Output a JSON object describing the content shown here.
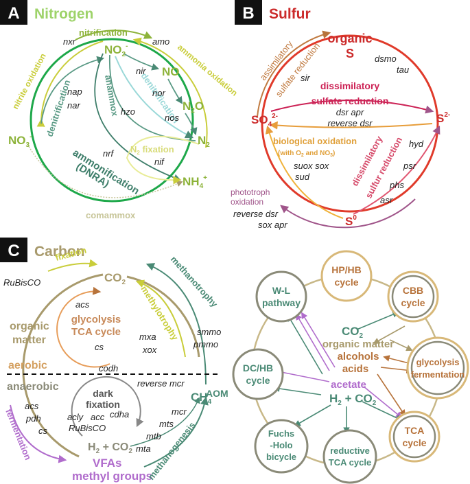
{
  "panels": {
    "a": {
      "letter": "A",
      "title": "Nitrogen",
      "species": {
        "no2": "NO",
        "no2_sub": "2",
        "no2_sup": "-",
        "no": "NO",
        "n2o": "N",
        "n2o_sub": "2",
        "n2o_o": "O",
        "n2": "N",
        "n2_sub": "2",
        "nh4": "NH",
        "nh4_sub": "4",
        "nh4_sup": "+",
        "no3": "NO",
        "no3_sub": "3",
        "no3_sup": "-"
      },
      "processes": {
        "nitrification": "nitrification",
        "ammonia_oxidation": "ammonia oxidation",
        "nitrite_oxidation": "nitrite oxidation",
        "denitrification_left": "denitrification",
        "denitrification_right": "denitrification",
        "anammox": "anammox",
        "n2_fixation": "N",
        "n2_fixation_sub": "2",
        "n2_fixation_rest": " fixation",
        "ammonification": "ammonification",
        "dnra": "(DNRA)",
        "comammox": "comammox"
      },
      "genes": {
        "nxr": "nxr",
        "amo": "amo",
        "nir": "nir",
        "nor": "nor",
        "nos": "nos",
        "hzo": "hzo",
        "nap": "nap",
        "nar": "nar",
        "nrf": "nrf",
        "nif": "nif"
      }
    },
    "b": {
      "letter": "B",
      "title": "Sulfur",
      "species": {
        "organic": "organic",
        "s": "S",
        "so4": "SO",
        "so4_sub": "4",
        "so4_sup": "2-",
        "s2": "S",
        "s2_sup": "2-",
        "s0": "S",
        "s0_sup": "0"
      },
      "processes": {
        "assimilatory": "assimilatory",
        "sulfate_reduction_a": "sulfate reduction",
        "dissimilatory": "dissimilatory",
        "sulfate_reduction_d": "sulfate reduction",
        "bio_ox": "biological oxidation",
        "bio_ox_2a": "(with O",
        "bio_ox_2b": "2",
        "bio_ox_2c": " and NO",
        "bio_ox_2d": "3",
        "bio_ox_2e": ")",
        "dissimilatory2": "dissimilatory",
        "sulfur_reduction": "sulfur reduction",
        "phototroph": "phototroph",
        "oxidation": "oxidation"
      },
      "genes": {
        "dsmo": "dsmo",
        "tau": "tau",
        "sir": "sir",
        "dsr_apr": "dsr  apr",
        "reverse_dsr": "reverse dsr",
        "hyd": "hyd",
        "suox_sox": "suox  sox",
        "sud": "sud",
        "psr": "psr",
        "phs": "phs",
        "asr": "asr",
        "reverse_dsr2": "reverse dsr",
        "sox_apr": "sox  apr"
      }
    },
    "c": {
      "letter": "C",
      "title": "Carbon",
      "species": {
        "co2": "CO",
        "co2_sub": "2",
        "organic_matter_1": "organic",
        "organic_matter_2": "matter",
        "aerobic": "aerobic",
        "anaerobic": "anaerobic",
        "ch4": "CH",
        "ch4_sub": "4",
        "h2co2_a": "H",
        "h2co2_b": "2",
        "h2co2_c": " + CO",
        "h2co2_d": "2",
        "vfas": "VFAs",
        "methyl_groups": "methyl groups",
        "glycolysis": "glycolysis",
        "tca": "TCA cycle",
        "dark_fixation": "dark",
        "dark_fixation2": "fixation"
      },
      "processes": {
        "fixation": "fixation",
        "methanotrophy": "methanotrophy",
        "methylotrophy": "methylotrophy",
        "fermentation": "fermentation",
        "methanogenesis": "methanogenesis",
        "aom": "AOM"
      },
      "genes": {
        "rubisco": "RuBisCO",
        "acs": "acs",
        "cs": "cs",
        "mxa": "mxa",
        "xox": "xox",
        "smmo": "smmo",
        "pmmo": "pmmo",
        "codh": "codh",
        "reverse_mcr": "reverse mcr",
        "acs2": "acs",
        "pdh": "pdh",
        "cs2": "cs",
        "acly": "acly",
        "acc": "acc",
        "cdha": "cdha",
        "rubisco2": "RuBisCO",
        "mcr": "mcr",
        "mts": "mts",
        "mtb": "mtb",
        "mta": "mta"
      },
      "network": {
        "center_co2": "CO",
        "center_co2_sub": "2",
        "center_om": "organic matter",
        "center_alcohols": "alcohols",
        "center_acids": "acids",
        "center_acetate": "acetate",
        "center_h2": "H",
        "center_h2_sub": "2",
        "center_h2_rest": " + CO",
        "center_h2_sub2": "2",
        "nodes": {
          "wl": [
            "W-L",
            "pathway"
          ],
          "hphb": [
            "HP/HB",
            "cycle"
          ],
          "cbb": [
            "CBB",
            "cycle"
          ],
          "glyc": [
            "glycolysis",
            "fermentation"
          ],
          "dchb": [
            "DC/HB",
            "cycle"
          ],
          "tca": [
            "TCA",
            "cycle"
          ],
          "fuchs": [
            "Fuchs",
            "-Holo",
            "bicycle"
          ],
          "rtca": [
            "reductive",
            "TCA cycle"
          ]
        }
      }
    }
  },
  "colors": {
    "nitrogen": "#8db33a",
    "nitrogen_dark": "#4a8a6f",
    "sulfur": "#cc2b2b",
    "carbon": "#a89a6c",
    "teal": "#4a8a75",
    "purple": "#b06ccc",
    "brown": "#b7733b"
  }
}
